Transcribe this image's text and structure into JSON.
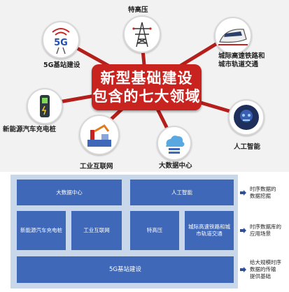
{
  "infographic": {
    "center_line1": "新型基础建设",
    "center_line2": "包含的七大领域",
    "nodes": {
      "uhv": {
        "label": "特高压",
        "icon": "power-tower-icon"
      },
      "rail": {
        "label_line1": "城际高速铁路和",
        "label_line2": "城市轨道交通",
        "icon": "high-speed-train-icon"
      },
      "fiveg": {
        "label": "5G基站建设",
        "icon": "5g-antenna-icon",
        "badge": "5G"
      },
      "ev": {
        "label": "新能源汽车充电桩",
        "icon": "charging-pile-icon"
      },
      "ai": {
        "label": "人工智能",
        "icon": "robot-head-icon"
      },
      "iiot": {
        "label": "工业互联网",
        "icon": "factory-robot-arm-icon"
      },
      "bigdata": {
        "label": "大数据中心",
        "icon": "cloud-data-icon"
      }
    },
    "colors": {
      "banner": "#c9231f",
      "rays": "#b41e1b",
      "background": "#f2f2f2"
    }
  },
  "layers": {
    "top_row": [
      "大数据中心",
      "人工智能"
    ],
    "middle_row": [
      "新能源汽车充电桩",
      "工业互联网",
      "特高压",
      "城际高速铁路和城市轨道交通"
    ],
    "bottom_row": [
      "5G基站建设"
    ],
    "notes": [
      {
        "line1": "时序数据的",
        "line2": "数据挖掘"
      },
      {
        "line1": "时序数据库的",
        "line2": "应用场景"
      },
      {
        "line1": "给大规模时序",
        "line2": "数据的传输",
        "line3": "提供基础"
      }
    ],
    "colors": {
      "block": "#3f68b9",
      "panel": "#c9d7ea",
      "arrow": "#2e4f96"
    }
  }
}
